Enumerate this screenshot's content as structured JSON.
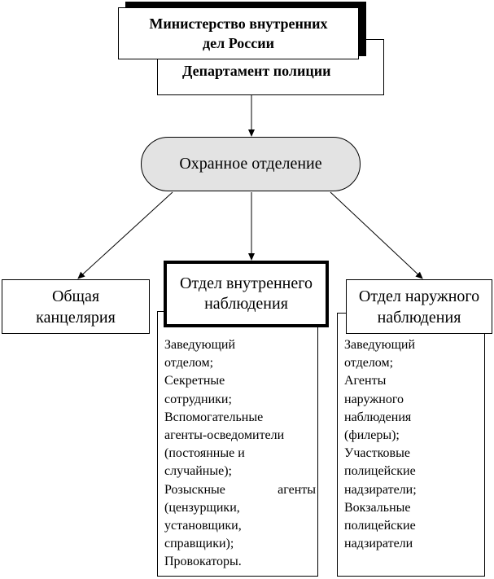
{
  "ministry": {
    "line1": "Министерство внутренних",
    "line2": "дел России"
  },
  "department": {
    "label": "Департамент полиции"
  },
  "security_department": {
    "label": "Охранное отделение"
  },
  "chancellery": {
    "line1": "Общая",
    "line2": "канцелярия"
  },
  "internal_surveillance": {
    "line1": "Отдел внутреннего",
    "line2": "наблюдения",
    "staff": "Заведующий\nотделом;\nСекретные\nсотрудники;\nВспомогательные\nагенты-осведомители\n(постоянные и\nслучайные);",
    "search_agents_label": "Розыскные",
    "search_agents_word": "агенты",
    "staff_tail": "(цензурщики,\nустановщики,\nсправщики);\nПровокаторы."
  },
  "external_surveillance": {
    "line1": "Отдел наружного",
    "line2": "наблюдения",
    "staff": "Заведующий\nотделом;\nАгенты\nнаружного\nнаблюдения\n(филеры);\nУчастковые\n полицейские\nнадзиратели;\nВокзальные\nполицейские\nнадзиратели"
  },
  "colors": {
    "rounded_box_fill": "#e3e3e3",
    "line": "#000000"
  }
}
